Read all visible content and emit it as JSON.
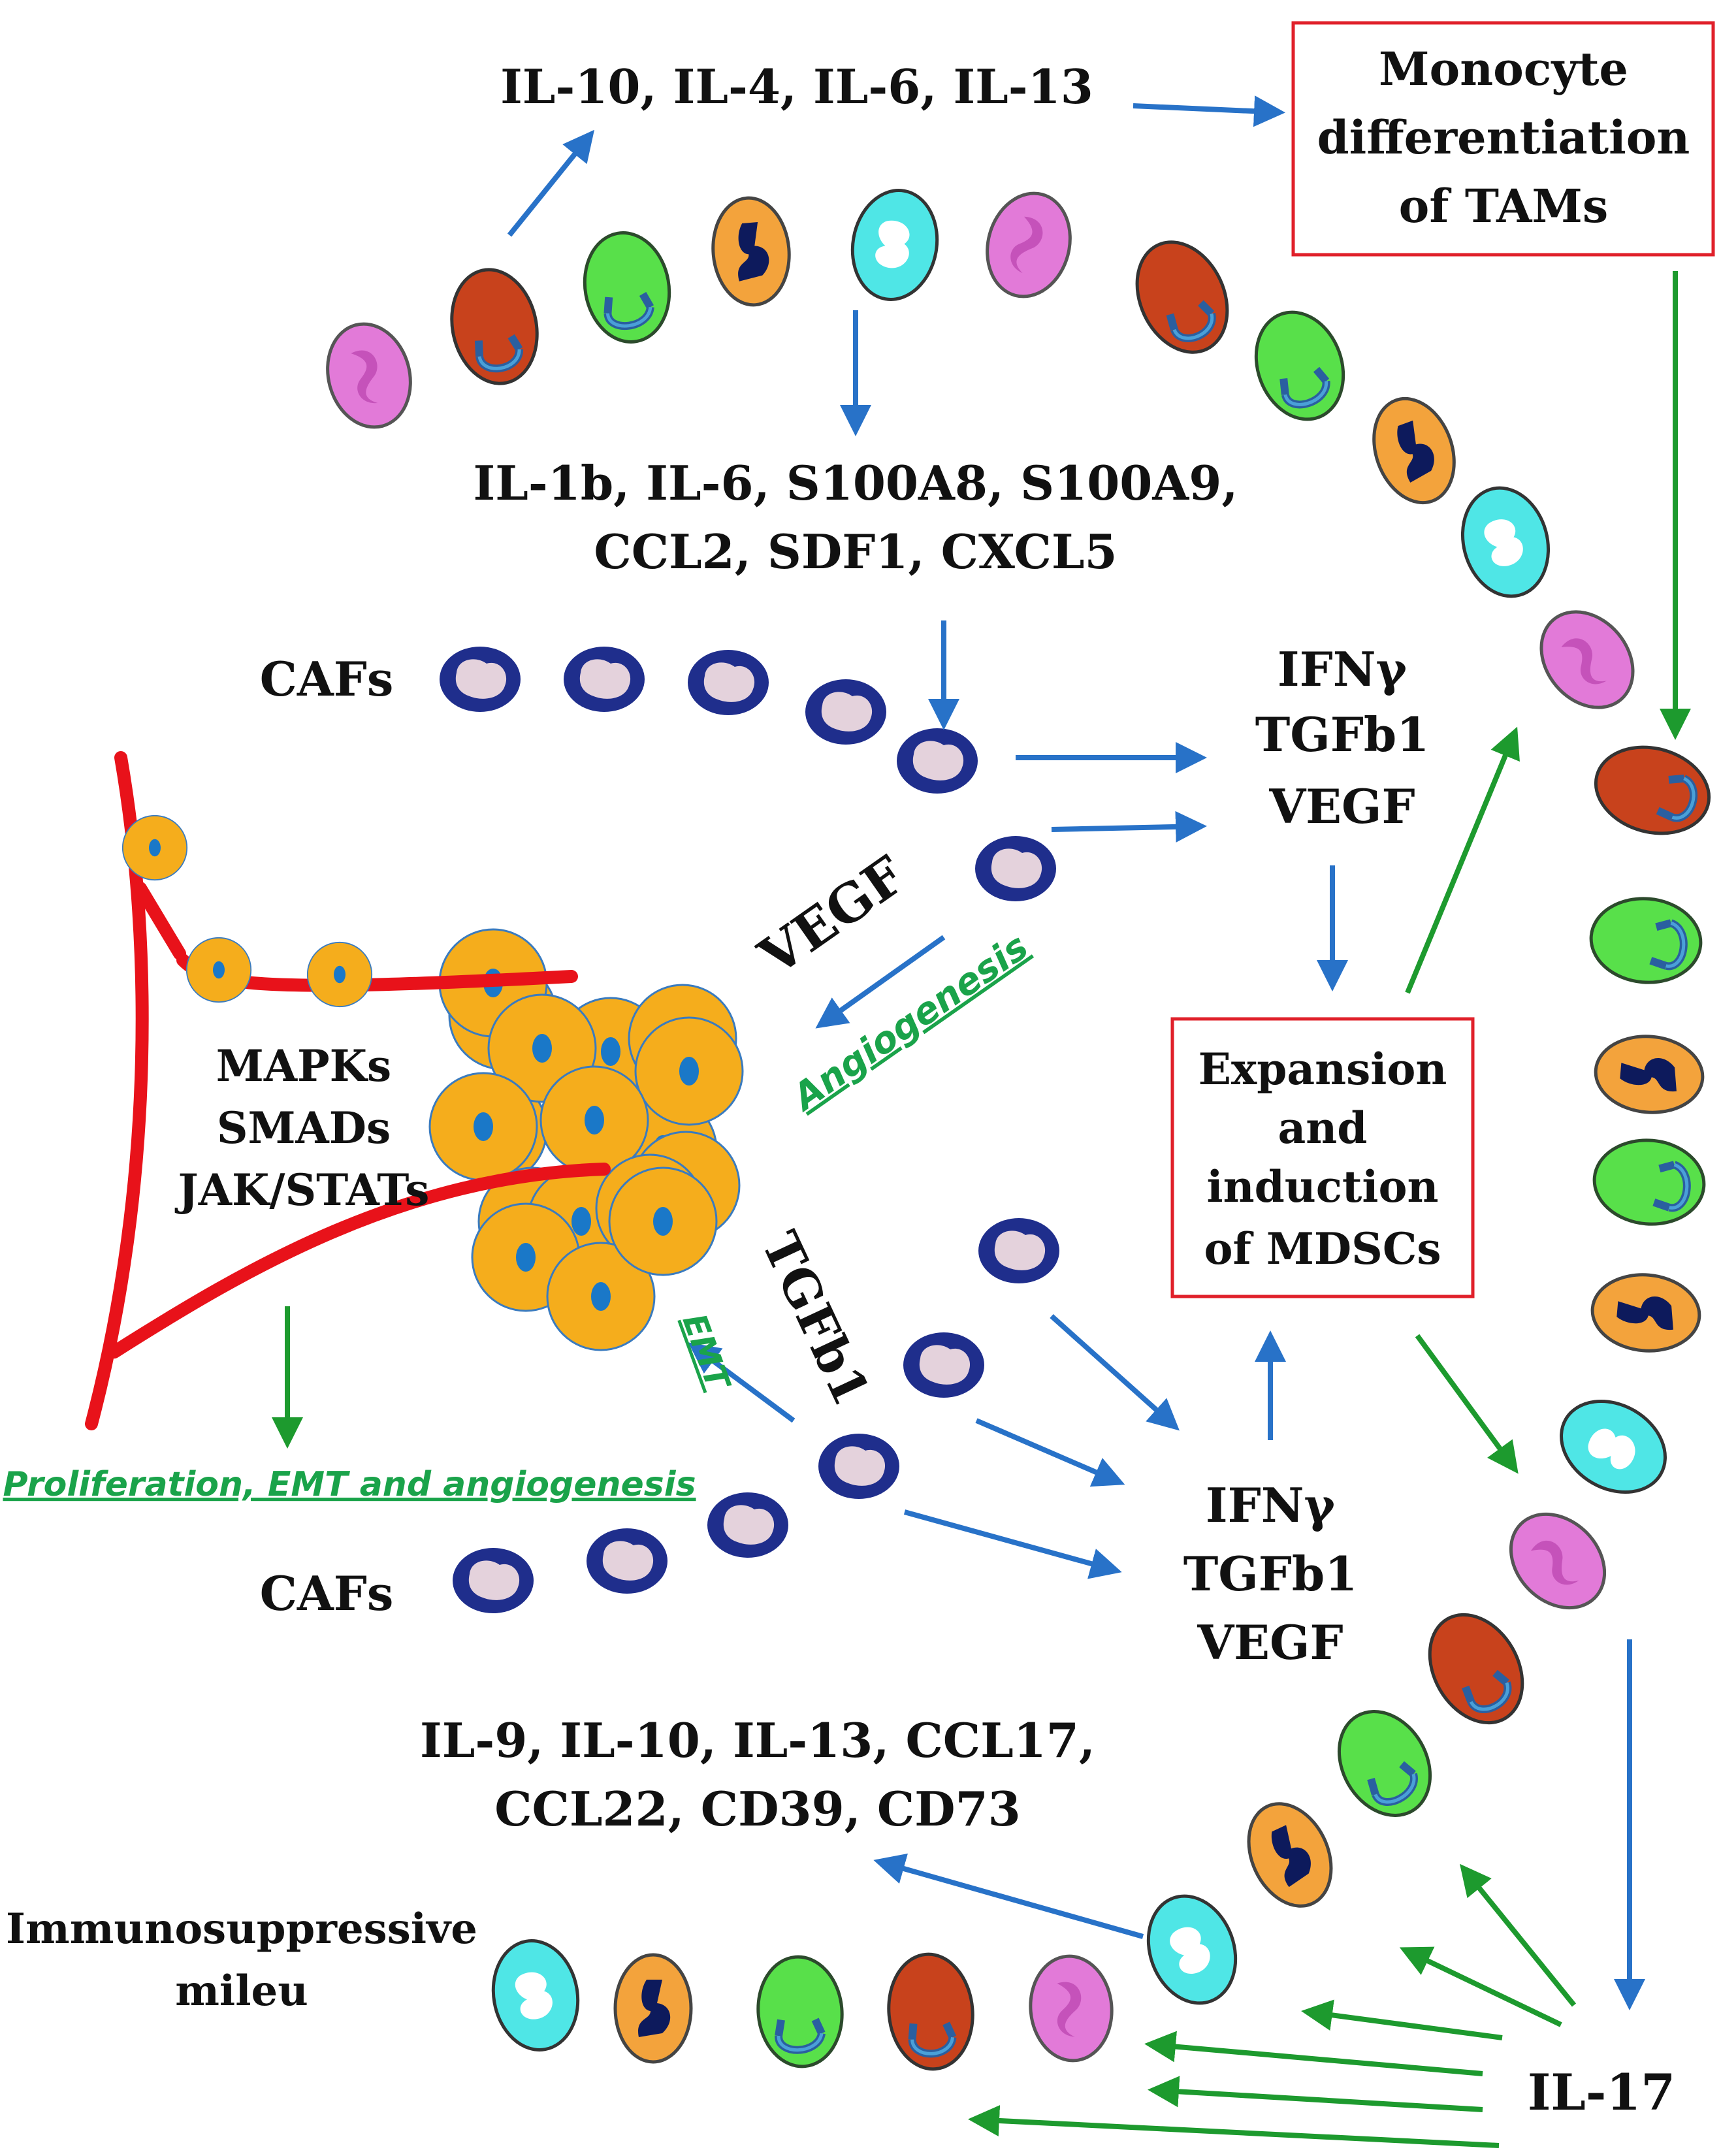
{
  "labels": {
    "top_cytokines": "IL-10, IL-4, IL-6, IL-13",
    "tam_box": [
      "Monocyte",
      "differentiation",
      "of  TAMs"
    ],
    "mid_cytokines": [
      "IL-1b, IL-6, S100A8, S100A9,",
      "CCL2, SDF1, CXCL5"
    ],
    "cafs_top": "CAFs",
    "cafs_bottom": "CAFs",
    "factors_upper": [
      "IFNγ",
      "TGFb1",
      "VEGF"
    ],
    "factors_lower": [
      "IFNγ",
      "TGFb1",
      "VEGF"
    ],
    "vegf": "VEGF",
    "angiogenesis": "Angiogenesis",
    "tgfb1": "TGFb1",
    "emt": "EMT",
    "pathways": [
      "MAPKs",
      "SMADs",
      "JAK/STATs"
    ],
    "proliferation": "Proliferation, EMT and angiogenesis",
    "mdsc_box": [
      "Expansion",
      "and",
      "induction",
      "of MDSCs"
    ],
    "bottom_cytokines": [
      "IL-9, IL-10, IL-13, CCL17,",
      "CCL22, CD39, CD73"
    ],
    "immuno": [
      "Immunosuppressive",
      "mileu"
    ],
    "il17": "IL-17"
  },
  "colors": {
    "blue_arrow": "#2872c8",
    "green_arrow": "#1d9a2e",
    "box_border": "#e0202a",
    "vessel": "#e8121a",
    "tumor_cell": "#f5ad1c",
    "caf_cell": "#1f2e8c",
    "pink_cell": "#e27ad8",
    "red_cell": "#c8421c",
    "green_cell": "#58e04a",
    "orange_cell": "#f3a33c",
    "cyan_cell": "#4fe6e6"
  },
  "icons": [
    "pink-cell-icon",
    "red-cell-icon",
    "green-cell-icon",
    "orange-cell-icon",
    "cyan-cell-icon",
    "caf-cell-icon",
    "tumor-cell-icon"
  ]
}
